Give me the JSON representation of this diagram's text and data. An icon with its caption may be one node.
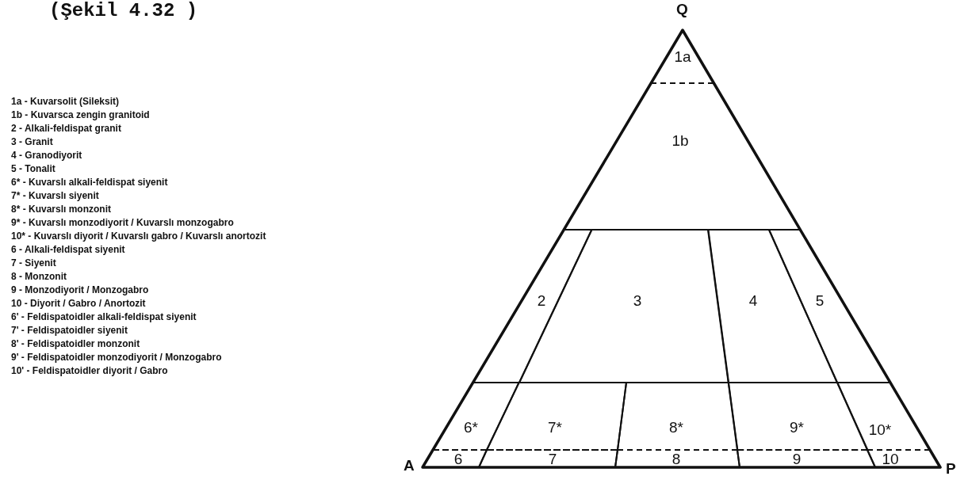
{
  "diagram": {
    "title": "(Şekil 4.32 )",
    "nodes": [
      {
        "text": [
          "1a"
        ]
      },
      {
        "text": [
          "1b"
        ]
      },
      {
        "text": [
          "2"
        ]
      },
      {
        "text": [
          "3"
        ]
      },
      {
        "text": [
          "4"
        ]
      },
      {
        "text": [
          "5"
        ]
      },
      {
        "text": [
          "6*"
        ]
      },
      {
        "text": [
          "7*"
        ]
      },
      {
        "text": [
          "8*"
        ]
      },
      {
        "text": [
          "9*"
        ]
      },
      {
        "text": [
          "10*"
        ]
      },
      {
        "text": [
          "6"
        ]
      },
      {
        "text": [
          "7"
        ]
      },
      {
        "text": [
          "8"
        ]
      },
      {
        "text": [
          "9"
        ]
      },
      {
        "text": [
          "10"
        ]
      }
    ],
    "edges": [],
    "labels": [
      "Q",
      "1a - Kuvarsolit (Sileksit)",
      "1b - Kuvarsca zengin granitoid",
      "2 - Alkali-feldispat granit",
      "3 - Granit",
      "4 - Granodiyorit",
      "5 - Tonalit",
      "6* - Kuvarslı alkali-feldispat siyenit",
      "7* - Kuvarslı siyenit",
      "8* - Kuvarslı monzonit",
      "9* - Kuvarslı monzodiyorit / Kuvarslı monzogabro",
      "10* - Kuvarslı diyorit / Kuvarslı gabro / Kuvarslı anortozit",
      "6 - Alkali-feldispat siyenit",
      "7 - Siyenit",
      "8 - Monzonit",
      "9 - Monzodiyorit / Monzogabro",
      "10 - Diyorit / Gabro / Anortozit",
      "6' - Feldispatoidler alkali-feldispat siyenit",
      "7' - Feldispatoidler siyenit",
      "8' - Feldispatoidler monzonit",
      "9' - Feldispatoidler monzodiyorit / Monzogabro",
      "10' - Feldispatoidler diyorit / Gabro",
      "A",
      "P"
    ]
  }
}
